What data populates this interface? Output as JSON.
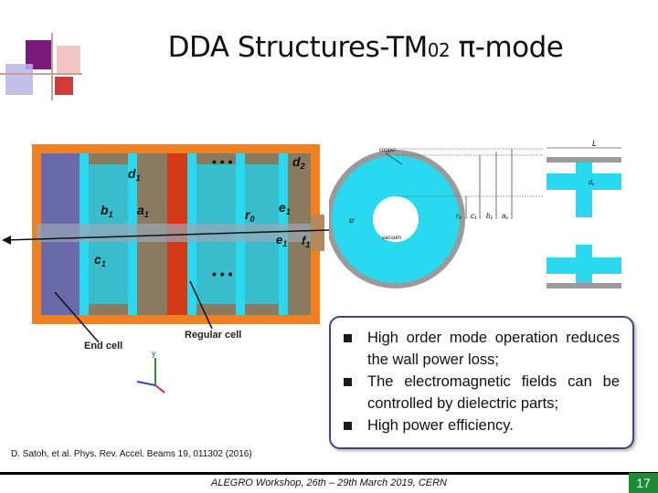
{
  "title": {
    "main": "DDA Structures-TM",
    "sub": "02",
    "mode": " π-mode"
  },
  "colors": {
    "cyan": "#2ad9ef",
    "orange": "#f08020",
    "copper": "#a07a50",
    "red": "#d23a1a",
    "purple": "#7a1a7a"
  },
  "left_figure": {
    "labels": {
      "d1": "d",
      "d1_sub": "1",
      "d2": "d",
      "d2_sub": "2",
      "b1": "b",
      "b1_sub": "1",
      "a1": "a",
      "a1_sub": "1",
      "r0": "r",
      "r0_sub": "0",
      "c1": "c",
      "c1_sub": "1",
      "e1": "e",
      "e1_sub": "1",
      "f1": "f",
      "f1_sub": "1",
      "e1b": "e",
      "e1b_sub": "1",
      "dots_top": "• • •",
      "dots_bottom": "• • •"
    },
    "end_cell": "End cell",
    "regular_cell": "Regular cell",
    "axis_y": "y"
  },
  "right_figure": {
    "copper": "copper",
    "vacuum": "vacuum",
    "eps": "εr",
    "r0": "r₀",
    "c1": "c₁",
    "b1": "b₁",
    "a1": "a₁",
    "L": "L",
    "d1": "d₁"
  },
  "bullets": [
    "High order mode operation reduces the wall power loss;",
    "The electromagnetic fields can be controlled by dielectric parts;",
    "High power efficiency."
  ],
  "citation": "D. Satoh, et al. Phys. Rev. Accel. Beams 19, 011302 (2016)",
  "footer": "ALEGRO Workshop, 26th – 29th March 2019, CERN",
  "page_number": "17"
}
